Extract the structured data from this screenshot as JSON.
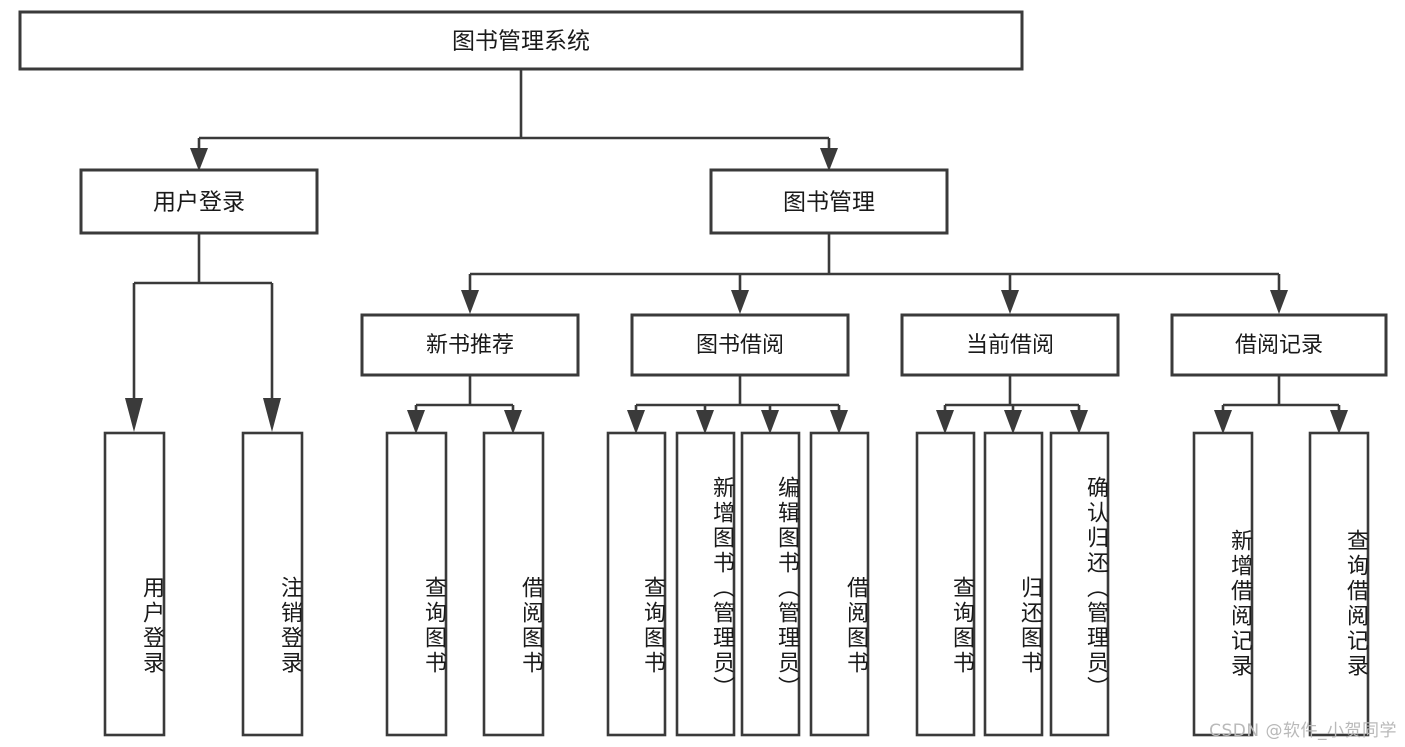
{
  "diagram": {
    "type": "hierarchy-tree",
    "title": "图书管理系统",
    "root": {
      "id": "root",
      "label": "图书管理系统"
    },
    "level1": [
      {
        "id": "user-login",
        "label": "用户登录"
      },
      {
        "id": "book-management",
        "label": "图书管理"
      }
    ],
    "level2": [
      {
        "id": "new-book-recommend",
        "label": "新书推荐",
        "parent": "book-management"
      },
      {
        "id": "book-borrow",
        "label": "图书借阅",
        "parent": "book-management"
      },
      {
        "id": "current-borrow",
        "label": "当前借阅",
        "parent": "book-management"
      },
      {
        "id": "borrow-record",
        "label": "借阅记录",
        "parent": "book-management"
      }
    ],
    "leaves": {
      "user-login": [
        {
          "id": "leaf-user-login",
          "label": "用户登录"
        },
        {
          "id": "leaf-logout-login",
          "label": "注销登录"
        }
      ],
      "new-book-recommend": [
        {
          "id": "leaf-query-book-1",
          "label": "查询图书"
        },
        {
          "id": "leaf-borrow-book-1",
          "label": "借阅图书"
        }
      ],
      "book-borrow": [
        {
          "id": "leaf-query-book-2",
          "label": "查询图书"
        },
        {
          "id": "leaf-add-book",
          "label": "新增图书（管理员）"
        },
        {
          "id": "leaf-edit-book",
          "label": "编辑图书（管理员）"
        },
        {
          "id": "leaf-borrow-book-2",
          "label": "借阅图书"
        }
      ],
      "current-borrow": [
        {
          "id": "leaf-query-book-3",
          "label": "查询图书"
        },
        {
          "id": "leaf-return-book",
          "label": "归还图书"
        },
        {
          "id": "leaf-confirm-return",
          "label": "确认归还（管理员）"
        }
      ],
      "borrow-record": [
        {
          "id": "leaf-add-record",
          "label": "新增借阅记录"
        },
        {
          "id": "leaf-query-record",
          "label": "查询借阅记录"
        }
      ]
    },
    "colors": {
      "stroke": "#3a3a3a",
      "fill": "#ffffff",
      "text": "#1a1a1a",
      "watermark": "#b9b9b9",
      "background": "#ffffff"
    }
  },
  "watermark": {
    "text": "CSDN @软件_小贺同学"
  }
}
